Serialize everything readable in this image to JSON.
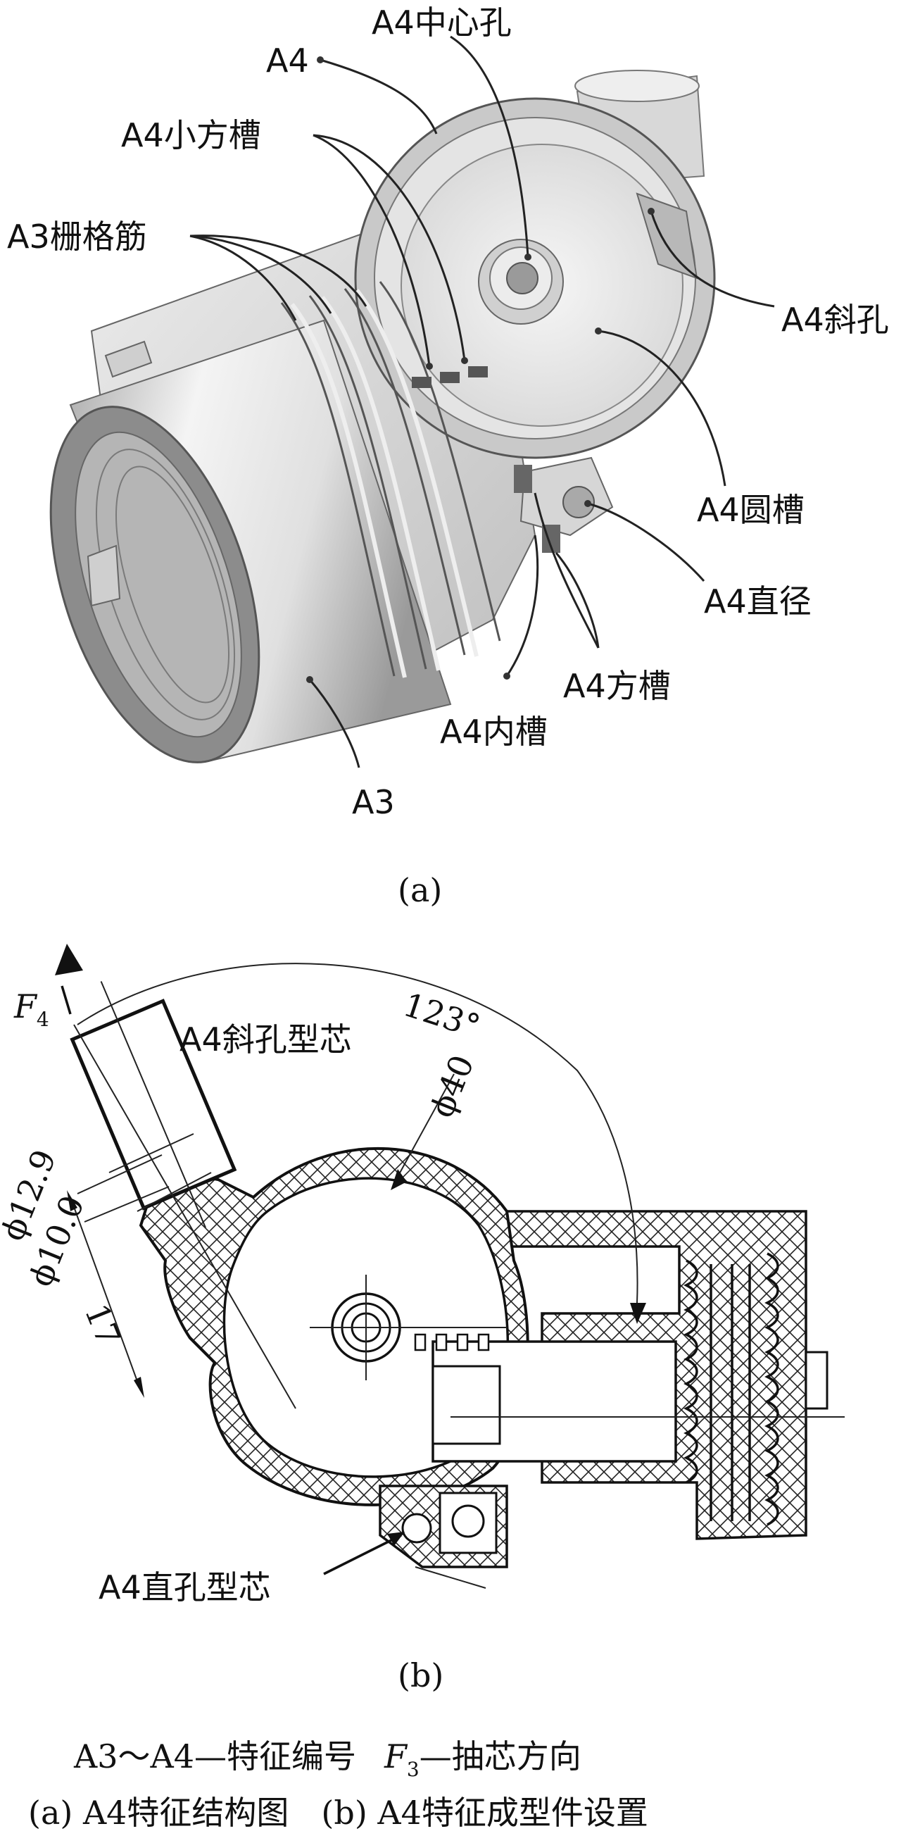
{
  "part_a": {
    "labels": {
      "a4": "A4",
      "a4_center_hole": "A4中心孔",
      "a4_small_square_slot": "A4小方槽",
      "a3_grid_rib": "A3栅格筋",
      "a4_oblique_hole": "A4斜孔",
      "a4_round_slot": "A4圆槽",
      "a4_diameter": "A4直径",
      "a4_square_slot": "A4方槽",
      "a4_inner_slot": "A4内槽",
      "a3": "A3"
    },
    "caption": "(a)"
  },
  "part_b": {
    "labels": {
      "force_letter": "F",
      "force_sub": "4",
      "angle": "123°",
      "oblique_core": "A4斜孔型芯",
      "phi40": "ϕ40",
      "phi12_9": "ϕ12.9",
      "phi10_0": "ϕ10.0",
      "dim17": "17",
      "straight_core": "A4直孔型芯"
    },
    "caption": "(b)"
  },
  "legend": {
    "line1_left": "A3～A4—特征编号",
    "line1_f": "F",
    "line1_f_sub": "3",
    "line1_right": "—抽芯方向",
    "line2": "(a) A4特征结构图　(b) A4特征成型件设置"
  },
  "colors": {
    "shade_light": "#f2f2f2",
    "shade_mid": "#cfcfcf",
    "shade_dark": "#8c8c8c",
    "ink": "#111111"
  }
}
